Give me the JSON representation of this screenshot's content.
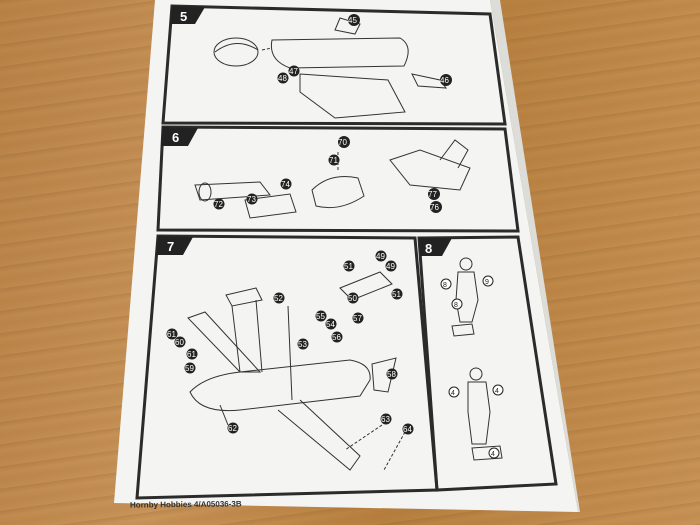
{
  "panels": [
    {
      "id": "step-5",
      "number": "5"
    },
    {
      "id": "step-6",
      "number": "6"
    },
    {
      "id": "step-7",
      "number": "7"
    },
    {
      "id": "step-8",
      "number": "8"
    }
  ],
  "callouts": {
    "step5": [
      "45",
      "47",
      "48",
      "46"
    ],
    "step6": [
      "70",
      "71",
      "74",
      "72",
      "73",
      "77",
      "76"
    ],
    "step7": [
      "51",
      "49",
      "49",
      "51",
      "50",
      "52",
      "55",
      "54",
      "56",
      "57",
      "61",
      "60",
      "61",
      "59",
      "53",
      "58",
      "63",
      "64",
      "62"
    ],
    "step8": [
      "8",
      "9",
      "8",
      "4",
      "4",
      "4"
    ]
  },
  "footer_text": "Hornby Hobbies 4/A05036-3B",
  "colors": {
    "paper": "#f4f4f2",
    "ink": "#2b2b2b",
    "wood": "#c08a4c"
  }
}
